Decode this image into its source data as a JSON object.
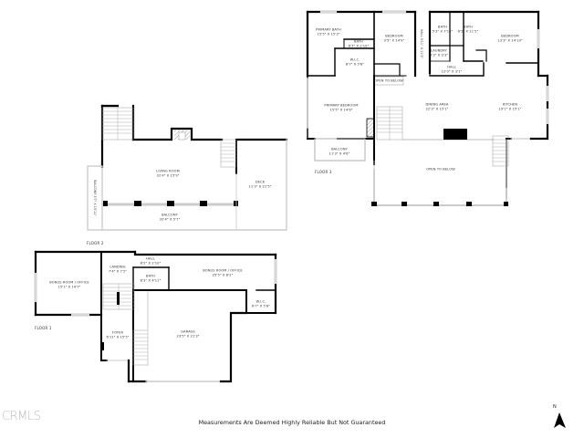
{
  "floors": [
    {
      "label": "FLOOR 3",
      "rooms": [
        {
          "name": "PRIMARY BATH",
          "dim": "15'5\" X 15'3\""
        },
        {
          "name": "BATH",
          "dim": "6'7\" X 2'10\""
        },
        {
          "name": "W.I.C.",
          "dim": "8'7\" X 5'8\""
        },
        {
          "name": "BEDROOM",
          "dim": "9'5\" X 14'9\""
        },
        {
          "name": "BATH",
          "dim": "5'3\" X 7'10\""
        },
        {
          "name": "BATH",
          "dim": "6'5\" X 11'5\""
        },
        {
          "name": "LAUNDRY",
          "dim": "5'3\" X 3'3\""
        },
        {
          "name": "HALL",
          "dim": "12'0\" X 3'1\""
        },
        {
          "name": "BEDROOM",
          "dim": "13'3\" X 14'10\""
        },
        {
          "name": "OPEN TO BELOW",
          "dim": ""
        },
        {
          "name": "PRIMARY BEDROOM",
          "dim": "15'5\" X 14'6\""
        },
        {
          "name": "DINING AREA",
          "dim": "22'3\" X 15'1\""
        },
        {
          "name": "KITCHEN",
          "dim": "19'1\" X 15'1\""
        },
        {
          "name": "BALCONY",
          "dim": "11'3\" X 4'6\""
        },
        {
          "name": "OPEN TO BELOW",
          "dim": ""
        },
        {
          "name": "HALL",
          "dim": "3'11\" X 11'5\"",
          "vertical": true
        }
      ]
    },
    {
      "label": "FLOOR 2",
      "rooms": [
        {
          "name": "LIVING ROOM",
          "dim": "31'4\" X 15'9\""
        },
        {
          "name": "DECK",
          "dim": "11'3\" X 21'5\""
        },
        {
          "name": "BALCONY",
          "dim": "32'4\" X 5'7\""
        },
        {
          "name": "BALCONY",
          "dim": "3'7\" X 15'11\"",
          "vertical": true
        }
      ]
    },
    {
      "label": "FLOOR 1",
      "rooms": [
        {
          "name": "BONUS ROOM / OFFICE",
          "dim": "15'1\" X 14'7\""
        },
        {
          "name": "LANDING",
          "dim": "7'4\" X 7'2\""
        },
        {
          "name": "HALL",
          "dim": "8'2\" X 2'10\""
        },
        {
          "name": "BATH",
          "dim": "8'3\" X 4'11\""
        },
        {
          "name": "BONUS ROOM / OFFICE",
          "dim": "25'5\" X 8'2\""
        },
        {
          "name": "W.I.C.",
          "dim": "6'7\" X 5'8\""
        },
        {
          "name": "FOYER",
          "dim": "6'11\" X 15'5\""
        },
        {
          "name": "GARAGE",
          "dim": "23'5\" X 21'3\""
        }
      ]
    }
  ],
  "footer": {
    "disclaimer": "Measurements Are Deemed Highly Reliable But Not Guaranteed",
    "logo": "CRMLS",
    "north_label": "N"
  },
  "colors": {
    "wall": "#000000",
    "window": "#d8d8d8",
    "background": "#ffffff",
    "text": "#333333"
  }
}
